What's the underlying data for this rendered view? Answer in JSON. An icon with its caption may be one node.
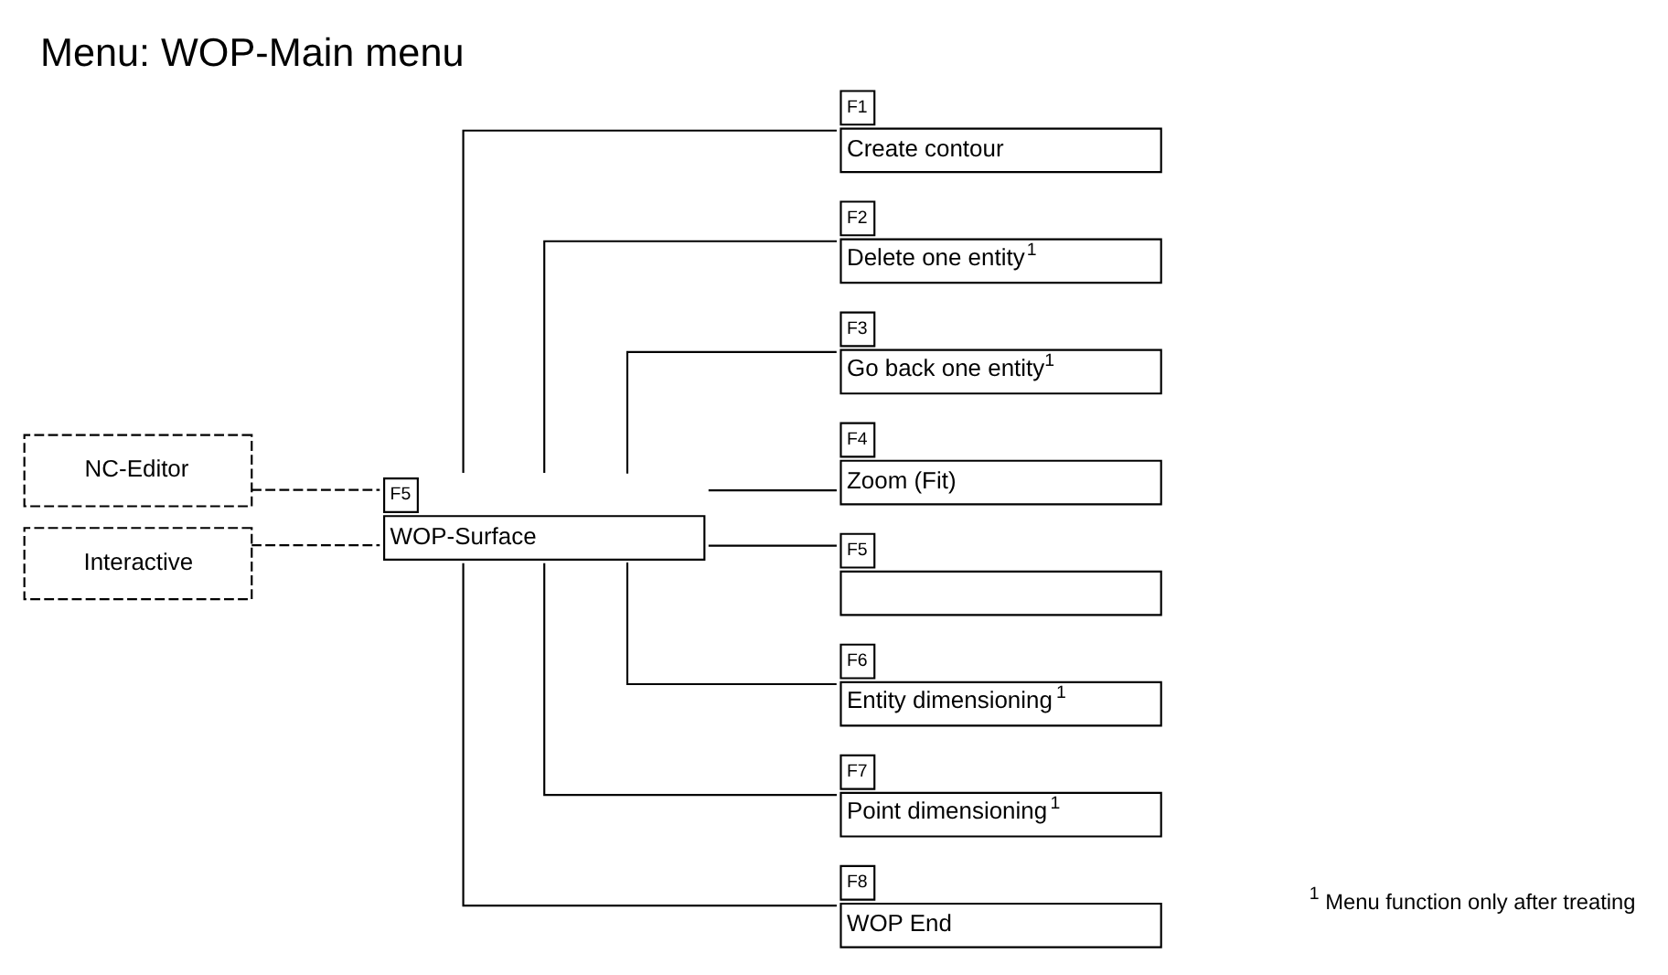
{
  "diagram": {
    "title": "Menu: WOP-Main menu",
    "nodes": [
      {
        "text": [
          "NC-Editor"
        ]
      },
      {
        "text": [
          "Interactive"
        ]
      },
      {
        "text": [
          "WOP-Surface"
        ],
        "beside": [
          "F5"
        ]
      },
      {
        "text": [
          "Create contour"
        ],
        "beside": [
          "F1"
        ]
      },
      {
        "text": [
          "Delete one entity$^{1}$"
        ],
        "beside": [
          "F2"
        ]
      },
      {
        "text": [
          "Go back one entity$^{1}$"
        ],
        "beside": [
          "F3"
        ]
      },
      {
        "text": [
          "Zoom (Fit)"
        ],
        "beside": [
          "F4"
        ]
      },
      {
        "text": [],
        "shape": "box",
        "beside": [
          "F5"
        ]
      },
      {
        "text": [
          "Entity dimensioning$^{1}$"
        ],
        "beside": [
          "F6"
        ]
      },
      {
        "text": [
          "Point dimensioning$^{1}$"
        ],
        "beside": [
          "F7"
        ]
      },
      {
        "text": [
          "WOP End"
        ],
        "beside": [
          "F8"
        ]
      }
    ],
    "edges": [
      {
        "from": 0,
        "to": 2,
        "arrow": "none",
        "style": "dashed"
      },
      {
        "from": 1,
        "to": 2,
        "arrow": "none",
        "style": "dashed"
      },
      {
        "from": 2,
        "to": 3,
        "arrow": "none"
      },
      {
        "from": 2,
        "to": 4,
        "arrow": "none"
      },
      {
        "from": 2,
        "to": 5,
        "arrow": "none"
      },
      {
        "from": 2,
        "to": 6,
        "arrow": "none"
      },
      {
        "from": 2,
        "to": 7,
        "arrow": "none"
      },
      {
        "from": 2,
        "to": 8,
        "arrow": "none"
      },
      {
        "from": 2,
        "to": 9,
        "arrow": "none"
      },
      {
        "from": 2,
        "to": 10,
        "arrow": "none"
      }
    ],
    "labels": [
      "$^{1}$ Menu function only after treating"
    ]
  }
}
